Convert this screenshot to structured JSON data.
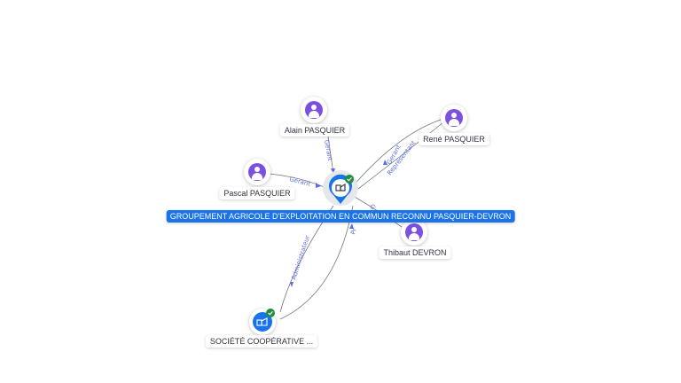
{
  "main_company": {
    "label": "GROUPEMENT AGRICOLE D'EXPLOITATION EN COMMUN RECONNU PASQUIER-DEVRON"
  },
  "people": [
    {
      "id": "alain",
      "label": "Alain PASQUIER"
    },
    {
      "id": "rene",
      "label": "René PASQUIER"
    },
    {
      "id": "pascal",
      "label": "Pascal PASQUIER"
    },
    {
      "id": "thibaut",
      "label": "Thibaut DEVRON"
    }
  ],
  "secondary_company": {
    "label": "SOCIÉTÉ COOPÉRATIVE ..."
  },
  "relations": {
    "gerant": "Gerant",
    "gerant_rene": "Gerant",
    "representant": "Représentant",
    "administrateur": "Administrateur",
    "president": "Pr",
    "thibaut_partial": "G"
  },
  "colors": {
    "accent": "#1a73e8",
    "person": "#7b4fe0",
    "verified": "#1e8e3e",
    "edge": "#5b6ee1"
  }
}
